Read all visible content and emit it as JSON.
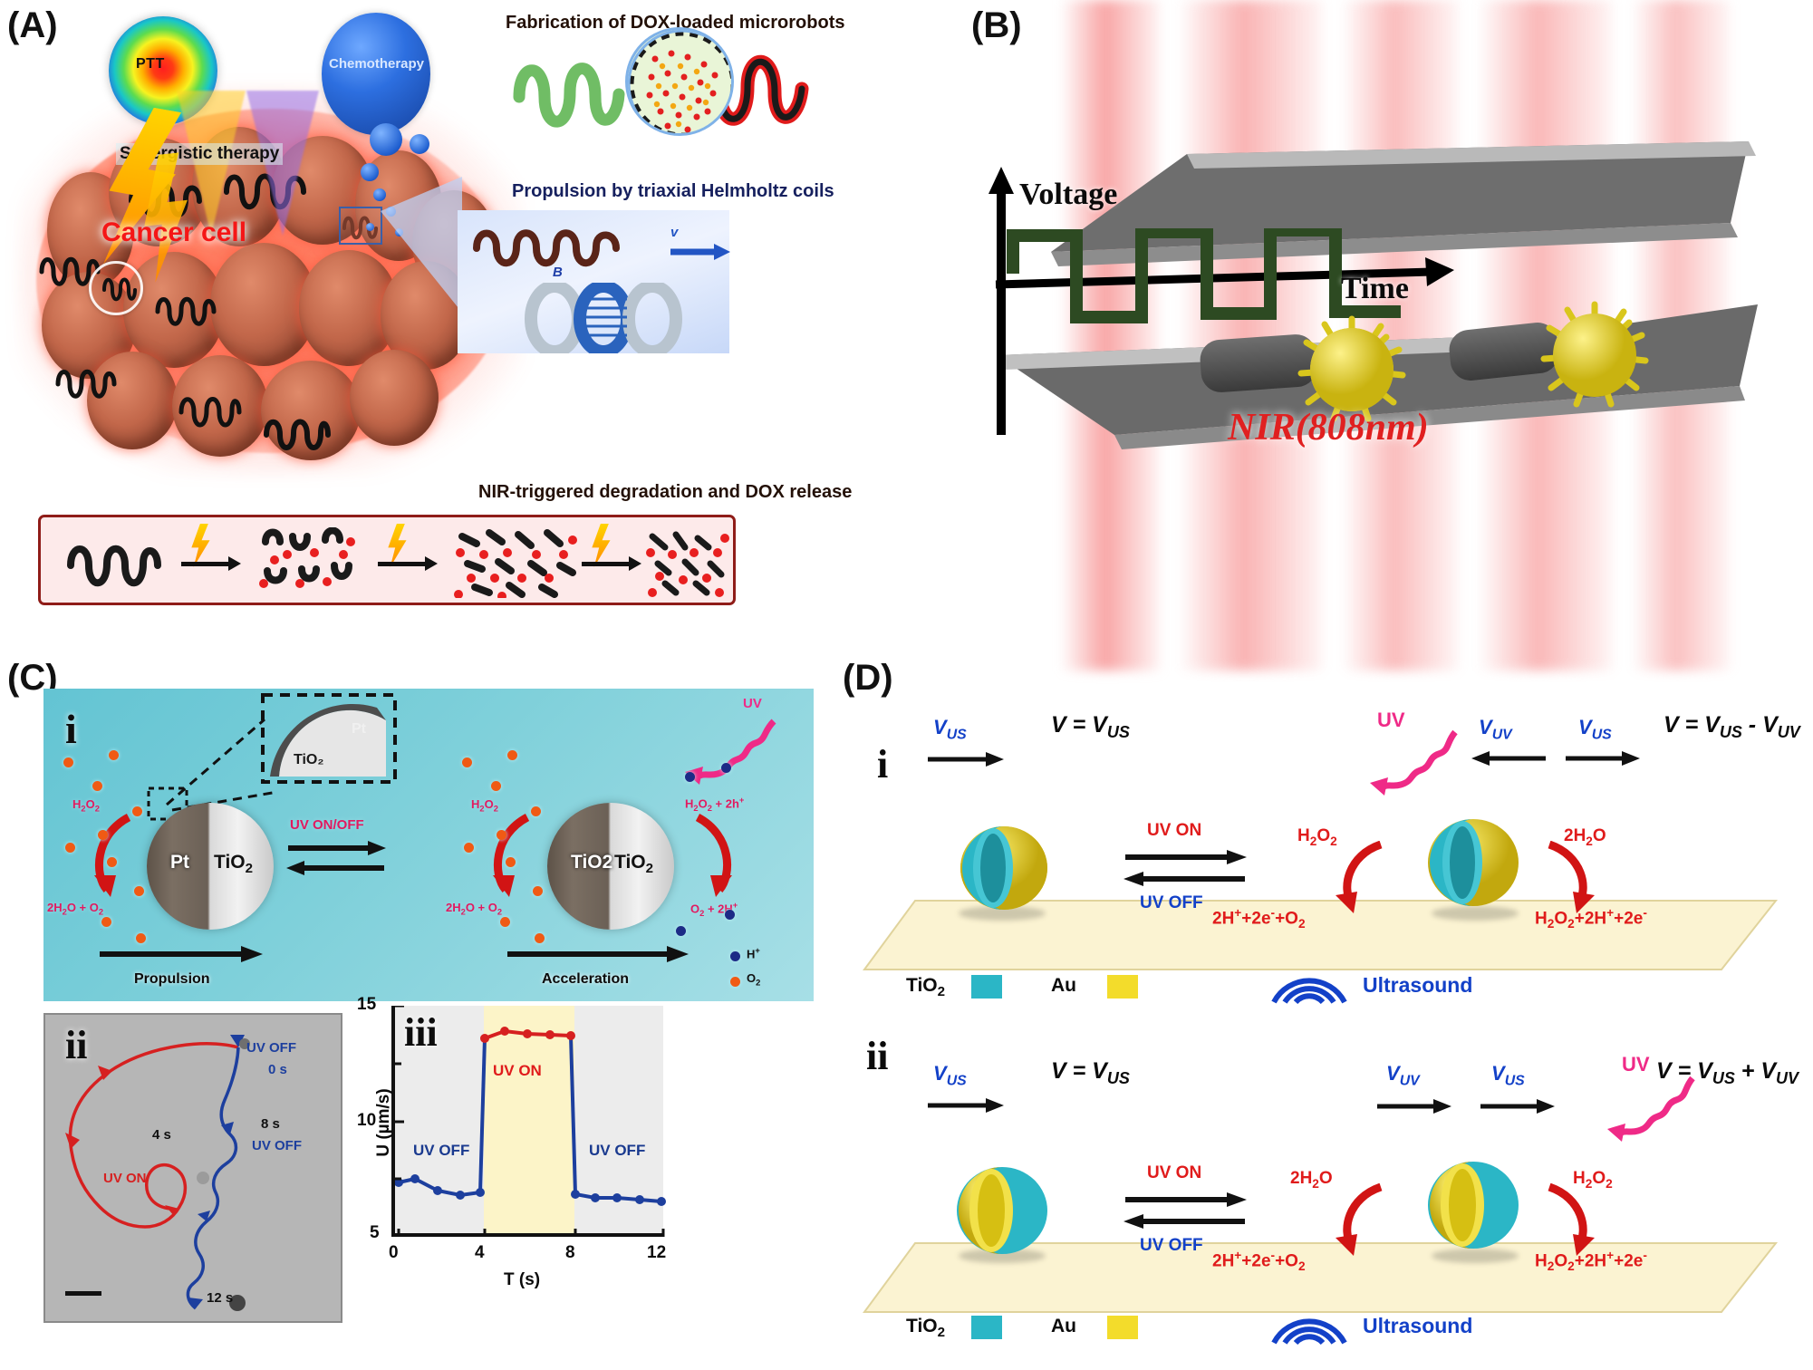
{
  "figure": {
    "panels": [
      {
        "id": "A",
        "letter": "(A)"
      },
      {
        "id": "B",
        "letter": "(B)"
      },
      {
        "id": "C",
        "letter": "(C)"
      },
      {
        "id": "D",
        "letter": "(D)"
      }
    ]
  },
  "panel_a": {
    "letter": "(A)",
    "ptt_label": "PTT",
    "chemo_label": "Chemotherapy",
    "synergistic_label": "Synergistic therapy",
    "cancer_cell_label": "Cancer cell",
    "fabrication_title": "Fabrication of DOX-loaded microrobots",
    "propulsion_title": "Propulsion by triaxial Helmholtz coils",
    "nir_title": "NIR-triggered degradation and DOX release",
    "coil_velocity_symbol": "v",
    "coil_field_symbol": "B"
  },
  "panel_b": {
    "letter": "(B)",
    "voltage_label": "Voltage",
    "time_label": "Time",
    "nir_label": "NIR(808nm)"
  },
  "panel_c": {
    "letter": "(C)",
    "sub_i": "i",
    "sub_ii": "ii",
    "sub_iii": "iii",
    "particle_left_label": "Pt",
    "particle_right_label": "TiO2",
    "inset_pt": "Pt",
    "inset_tio2": "TiO2",
    "left_reactant": "H2O2",
    "left_product": "2H2O + O2",
    "right_reactant": "H2O2 + 2h+",
    "right_product": "O2 + 2H+",
    "toggle_label": "UV ON/OFF",
    "propulsion_label": "Propulsion",
    "acceleration_label": "Acceleration",
    "uv_label": "UV",
    "legend_h": "H+",
    "legend_o2": "O2",
    "trajectory": {
      "uv_off_top": "UV OFF",
      "t_0s": "0 s",
      "t_4s": "4 s",
      "t_8s": "8 s",
      "t_12s": "12 s",
      "uv_off_right": "UV OFF",
      "uv_on": "UV ON"
    }
  },
  "chart_data": {
    "type": "line",
    "title": "iii",
    "xlabel": "T (s)",
    "ylabel": "U (µm/s)",
    "xlim": [
      0,
      12
    ],
    "ylim": [
      5,
      15
    ],
    "xticks": [
      0,
      4,
      8,
      12
    ],
    "yticks": [
      5,
      10,
      15
    ],
    "grid": false,
    "bands": [
      {
        "label": "UV OFF",
        "from": 0,
        "to": 4,
        "color": "#ececec",
        "text_color": "#1a3a8f"
      },
      {
        "label": "UV ON",
        "from": 4,
        "to": 8,
        "color": "#fcf4c8",
        "text_color": "#e01b1b"
      },
      {
        "label": "UV OFF",
        "from": 8,
        "to": 12,
        "color": "#ececec",
        "text_color": "#1a3a8f"
      }
    ],
    "series": [
      {
        "name": "UV OFF (before)",
        "color": "#1d3f9e",
        "x": [
          0,
          0.9,
          2.0,
          3.0,
          3.8
        ],
        "y": [
          7.35,
          7.5,
          7.0,
          6.8,
          6.9
        ]
      },
      {
        "name": "UV ON",
        "color": "#e01b1b",
        "x": [
          4.0,
          4.9,
          5.9,
          6.9,
          7.8
        ],
        "y": [
          13.6,
          13.9,
          13.8,
          13.75,
          13.7
        ]
      },
      {
        "name": "UV OFF (after)",
        "color": "#1d3f9e",
        "x": [
          8.2,
          9.1,
          10.0,
          11.0,
          12.0
        ],
        "y": [
          6.85,
          6.7,
          6.7,
          6.6,
          6.55
        ]
      }
    ]
  },
  "panel_d": {
    "letter": "(D)",
    "rows": [
      {
        "sub": "i",
        "left_vus": "VUS",
        "left_eq": "V = VUS",
        "uv_label": "UV",
        "right_vuv": "VUV",
        "right_vus": "VUS",
        "right_eq": "V = VUS - VUV",
        "uv_on": "UV ON",
        "uv_off": "UV OFF",
        "left_reactant": "H2O2",
        "left_product": "2H+ + 2e- + O2",
        "right_reactant": "2H2O",
        "right_product": "H2O2 + 2H+ + 2e-",
        "legend_tio2": "TiO2",
        "legend_au": "Au",
        "ultrasound": "Ultrasound"
      },
      {
        "sub": "ii",
        "left_vus": "VUS",
        "left_eq": "V = VUS",
        "uv_label": "UV",
        "right_vuv": "VUV",
        "right_vus": "VUS",
        "right_eq": "V = VUS + VUV",
        "uv_on": "UV ON",
        "uv_off": "UV OFF",
        "left_reactant": "2H2O",
        "left_product": "2H+ + 2e- + O2",
        "right_reactant": "H2O2",
        "right_product": "H2O2 + 2H+ + 2e-",
        "legend_tio2": "TiO2",
        "legend_au": "Au",
        "ultrasound": "Ultrasound"
      }
    ],
    "colors": {
      "tio2": "#2bb6c6",
      "au": "#f3dc2b",
      "accent_blue": "#1341c8",
      "accent_red": "#e01b1b",
      "uv_pink": "#ef2a87"
    }
  }
}
